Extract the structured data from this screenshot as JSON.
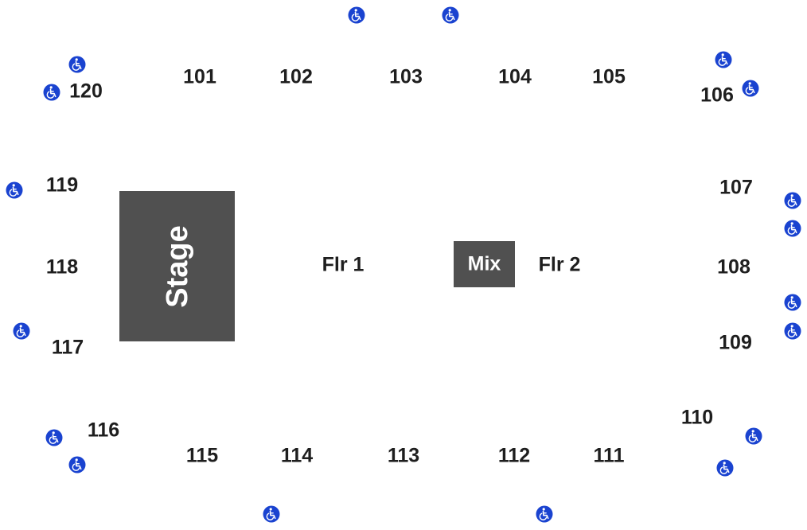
{
  "colors": {
    "block_fill": "#505050",
    "block_text": "#ffffff",
    "label_text": "#1e1e1e",
    "accessibility_icon": "#1a43d0"
  },
  "stage": {
    "label": "Stage"
  },
  "mix": {
    "label": "Mix"
  },
  "floor_sections": [
    "Flr 1",
    "Flr 2"
  ],
  "sections": [
    "101",
    "102",
    "103",
    "104",
    "105",
    "106",
    "107",
    "108",
    "109",
    "110",
    "111",
    "112",
    "113",
    "114",
    "115",
    "116",
    "117",
    "118",
    "119",
    "120"
  ],
  "accessibility_icon": "wheelchair-accessible-icon"
}
